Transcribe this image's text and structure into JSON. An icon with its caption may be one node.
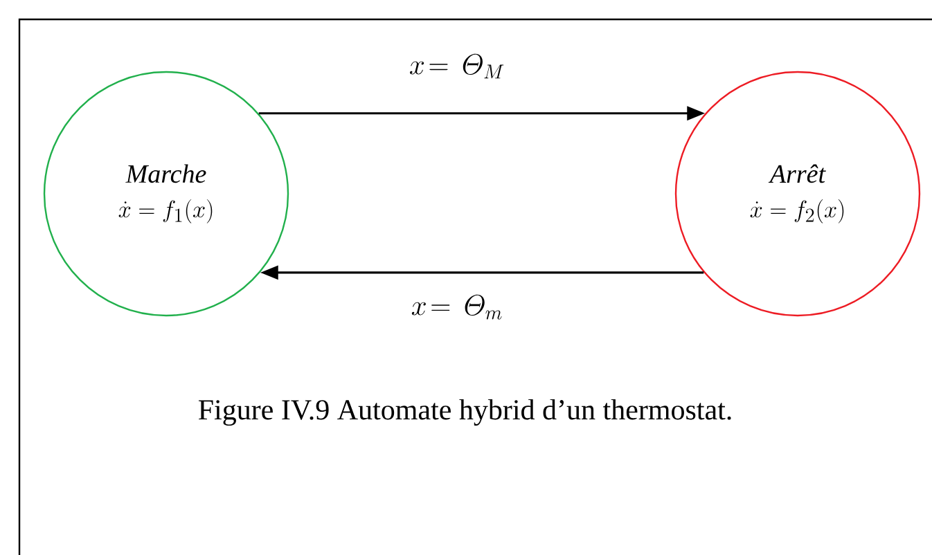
{
  "diagram": {
    "caption": "Figure IV.9 Automate hybrid d’un thermostat.",
    "nodes": [
      {
        "text": [
          "Marche",
          "\\dot{x} = f_1(x)"
        ]
      },
      {
        "text": [
          "Arrêt",
          "\\dot{x} = f_2(x)"
        ]
      }
    ],
    "edges": [
      {
        "from": 0,
        "to": 1,
        "arrow": "to",
        "label": "x\\!=\\, \\mathnormal{\\Theta}_{M}"
      },
      {
        "from": 1,
        "to": 0,
        "arrow": "to",
        "label": "x\\!=\\, \\mathnormal{\\Theta}_{m}"
      }
    ]
  }
}
